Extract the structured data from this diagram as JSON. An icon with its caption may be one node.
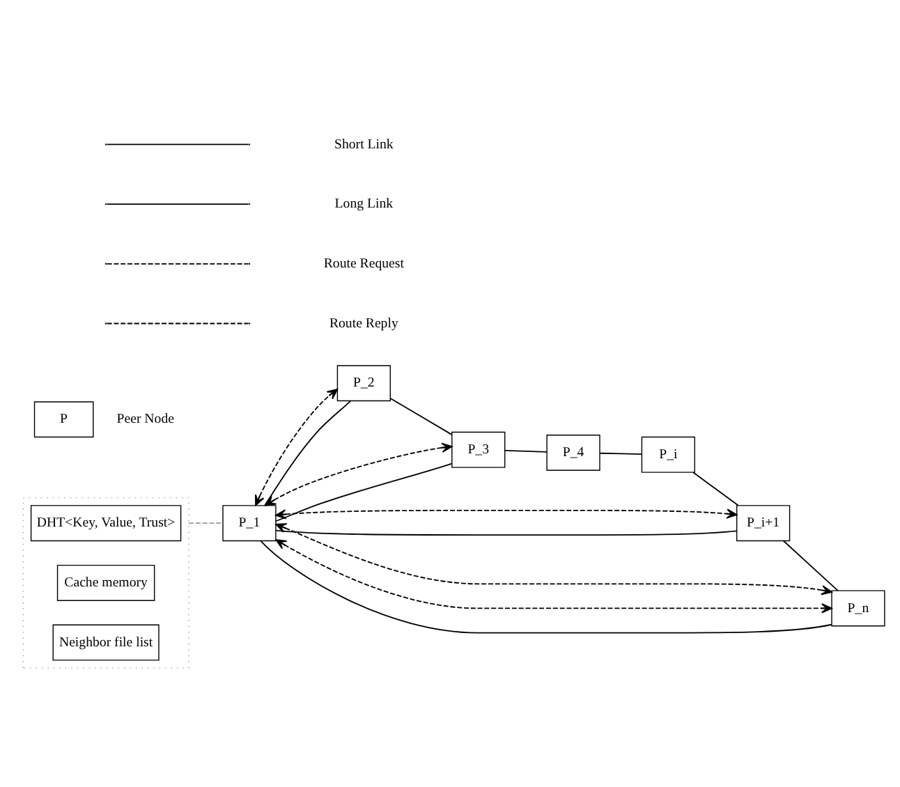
{
  "diagram": {
    "nodes": [
      {
        "text": [],
        "shape": "box"
      },
      {
        "text": [
          "DHT<Key, Value, Trust>"
        ],
        "in": 0
      },
      {
        "text": [
          "Cache memory"
        ],
        "in": 0
      },
      {
        "text": [
          "Neighbor file list"
        ],
        "in": 0
      },
      {
        "text": [
          "P_1"
        ]
      },
      {
        "text": [
          "P_2"
        ]
      },
      {
        "text": [
          "P_3"
        ]
      },
      {
        "text": [
          "P_4"
        ]
      },
      {
        "text": [
          "P_i"
        ]
      },
      {
        "text": [
          "P_i+1"
        ]
      },
      {
        "text": [
          "P_n"
        ]
      },
      {
        "text": [
          "P"
        ],
        "beside": [
          "Peer Node"
        ]
      }
    ],
    "edges": [
      {
        "from": 0,
        "to": 4,
        "arrow": "none",
        "style": "dashed",
        "color": "#999999"
      },
      {
        "from": 4,
        "to": 5,
        "arrow": "none"
      },
      {
        "from": 5,
        "to": 6,
        "arrow": "none"
      },
      {
        "from": 6,
        "to": 7,
        "arrow": "none"
      },
      {
        "from": 7,
        "to": 8,
        "arrow": "none"
      },
      {
        "from": 8,
        "to": 9,
        "arrow": "none"
      },
      {
        "from": 9,
        "to": 10,
        "arrow": "none"
      },
      {
        "from": 4,
        "to": 6,
        "arrow": "none"
      },
      {
        "from": 4,
        "to": 9,
        "arrow": "none"
      },
      {
        "from": 4,
        "to": 10,
        "arrow": "none"
      },
      {
        "from": 4,
        "to": 5,
        "arrow": "both",
        "style": "dashed"
      },
      {
        "from": 4,
        "to": 6,
        "arrow": "both",
        "style": "dashed"
      },
      {
        "from": 4,
        "to": 9,
        "arrow": "both",
        "style": "dashed"
      },
      {
        "from": 4,
        "to": 10,
        "arrow": "both",
        "style": "dashed"
      },
      {
        "from": 4,
        "to": 10,
        "arrow": "both",
        "style": "dashed"
      }
    ],
    "legend": [
      {
        "text": "Short Link"
      },
      {
        "text": "Long Link"
      },
      {
        "text": "Route Request"
      },
      {
        "text": "Route Reply"
      }
    ]
  }
}
